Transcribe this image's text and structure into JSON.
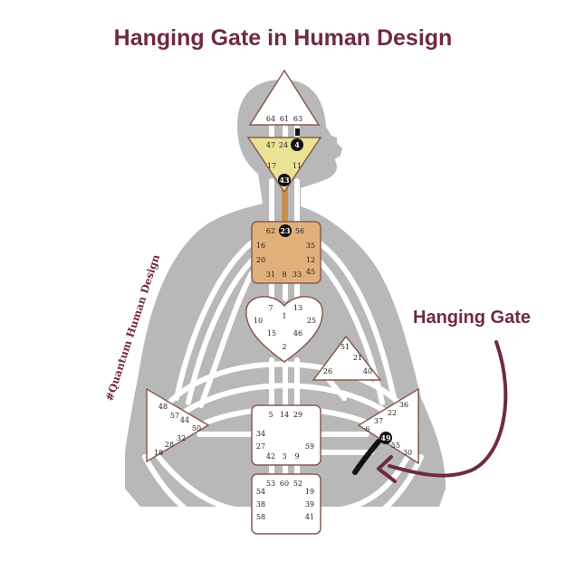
{
  "title": "Hanging Gate in Human Design",
  "annotation": "Hanging Gate",
  "watermark": "#Quantum Human Design",
  "colors": {
    "title": "#6e2a45",
    "body": "#b8b8b8",
    "channel": "#ffffff",
    "ajna": "#ece293",
    "throat": "#e1b07a",
    "center_border": "#8a5a50",
    "defined_channel": "#c98e4d",
    "active_gate": "#111111",
    "hanging_line": "#111111",
    "arrow": "#6e2a45"
  },
  "centers": {
    "head": {
      "gates": [
        "64",
        "61",
        "63"
      ]
    },
    "ajna": {
      "gates": [
        "47",
        "24",
        "4",
        "17",
        "11",
        "43"
      ]
    },
    "throat": {
      "gates": [
        "62",
        "23",
        "56",
        "16",
        "35",
        "20",
        "12",
        "31",
        "8",
        "33",
        "45"
      ]
    },
    "g": {
      "gates": [
        "7",
        "1",
        "13",
        "10",
        "25",
        "15",
        "46",
        "2"
      ]
    },
    "ego": {
      "gates": [
        "51",
        "21",
        "26",
        "40"
      ]
    },
    "spleen": {
      "gates": [
        "48",
        "57",
        "44",
        "50",
        "32",
        "28",
        "18"
      ]
    },
    "sacral": {
      "gates": [
        "5",
        "14",
        "29",
        "34",
        "27",
        "59",
        "42",
        "3",
        "9"
      ]
    },
    "solar_plexus": {
      "gates": [
        "36",
        "22",
        "37",
        "6",
        "49",
        "55",
        "30"
      ]
    },
    "root": {
      "gates": [
        "53",
        "60",
        "52",
        "54",
        "19",
        "38",
        "39",
        "58",
        "41"
      ]
    }
  },
  "active_gates": [
    "4",
    "23",
    "43",
    "49"
  ]
}
